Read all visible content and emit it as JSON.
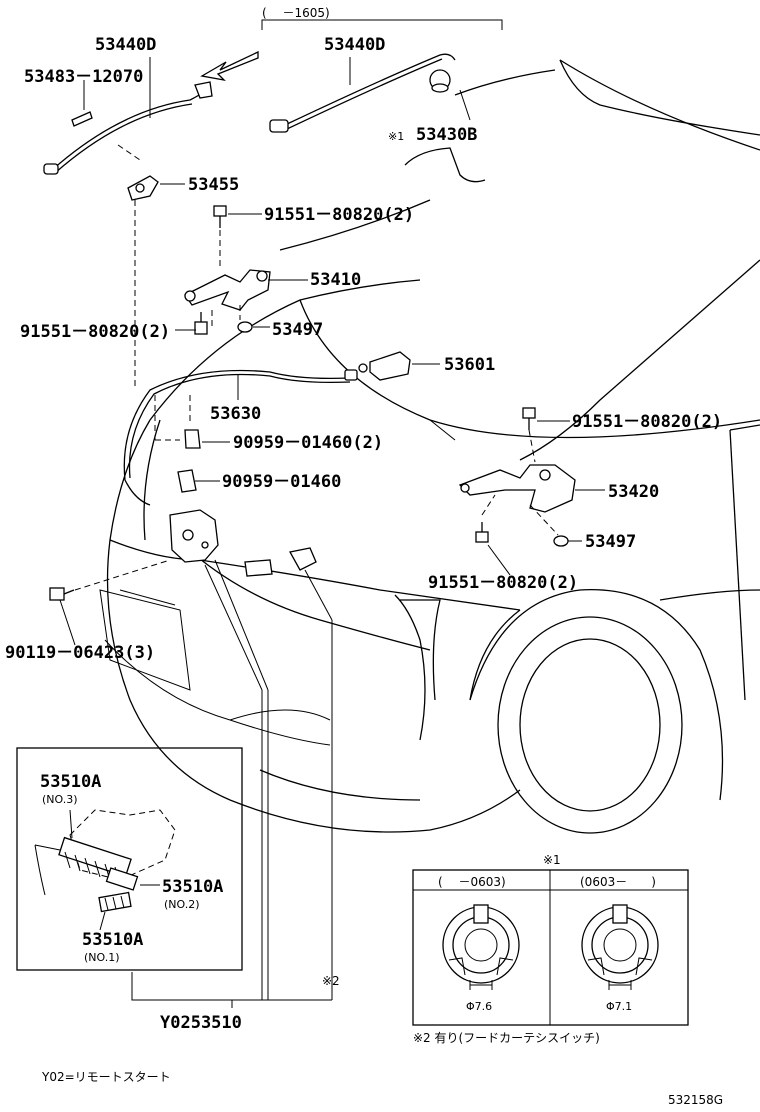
{
  "diagram": {
    "labels": {
      "range_top": "(　 －1605)",
      "p53440d_left": "53440D",
      "p53440d_right": "53440D",
      "p53483": "53483－12070",
      "p53430b_mark": "※1",
      "p53430b": "53430B",
      "p53455": "53455",
      "p91551_a": "91551－80820(2)",
      "p53410": "53410",
      "p91551_b": "91551－80820(2)",
      "p53497_a": "53497",
      "p53601": "53601",
      "p53630": "53630",
      "p90959_a": "90959－01460(2)",
      "p91551_c": "91551－80820(2)",
      "p90959_b": "90959－01460",
      "p53420": "53420",
      "p53497_b": "53497",
      "p91551_d": "91551－80820(2)",
      "p90119": "90119－06423(3)",
      "inset_53510a_no3": "53510A",
      "inset_no3": "(NO.3)",
      "inset_53510a_no2": "53510A",
      "inset_no2": "(NO.2)",
      "inset_53510a_no1": "53510A",
      "inset_no1": "(NO.1)",
      "note2_mark": "※2",
      "y0253510": "Y0253510",
      "note1_mark": "※1",
      "col_left": "(　 －0603)",
      "col_right": "(0603－　　)",
      "dia_left": "Φ7.6",
      "dia_right": "Φ7.1",
      "note2_text": "※2 有り(フードカーテシスイッチ)",
      "footer_y02": "Y02=リモートスタート",
      "footer_code": "532158G"
    }
  }
}
